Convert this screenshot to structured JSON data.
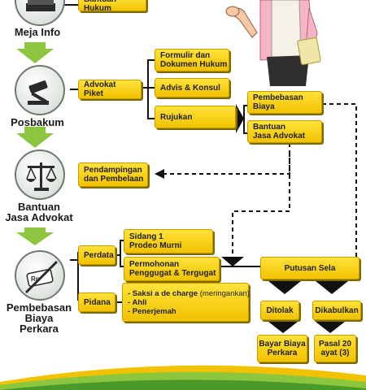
{
  "stages": {
    "meja_info": "Meja Info",
    "posbakum": "Posbakum",
    "bantuan_jasa_advokat": [
      "Bantuan",
      "Jasa Advokat"
    ],
    "pembebasan_biaya_perkara": [
      "Pembebasan",
      "Biaya",
      "Perkara"
    ]
  },
  "boxes": {
    "bantuan_hukum": "Bantuan Hukum",
    "advokat_piket": "Advokat Piket",
    "formulir": [
      "Formulir dan",
      "Dokumen Hukum"
    ],
    "advis": "Advis & Konsul",
    "rujukan": "Rujukan",
    "pembebasan_biaya": [
      "Pembebasan",
      "Biaya"
    ],
    "bantuan_jasa": [
      "Bantuan",
      "Jasa Advokat"
    ],
    "pendampingan": [
      "Pendampingan",
      "dan Pembelaan"
    ],
    "perdata": "Perdata",
    "pidana": "Pidana",
    "sidang": [
      "Sidang 1",
      "Prodeo Murni"
    ],
    "permohonan": [
      "Permohonan",
      "Penggugat & Tergugat"
    ],
    "pidana_list": [
      "- Saksi a de charge",
      " (meringankan)",
      "- Ahli",
      "- Penerjemah"
    ],
    "putusan_sela": "Putusan Sela",
    "ditolak": "Ditolak",
    "dikabulkan": "Dikabulkan",
    "bayar": [
      "Bayar Biaya",
      "Perkara"
    ],
    "pasal": [
      "Pasal 20",
      "ayat (3)"
    ]
  },
  "icons": {
    "meja_info": "book-icon",
    "posbakum": "gavel-icon",
    "bantuan_jasa_advokat": "scales-icon",
    "pembebasan_biaya_perkara": "no-money-icon"
  },
  "seal_text": "Rp",
  "colors": {
    "box_yellow": "#f6cf12",
    "arrow_green": "#8cc63f",
    "dark": "#1a1a1a"
  }
}
